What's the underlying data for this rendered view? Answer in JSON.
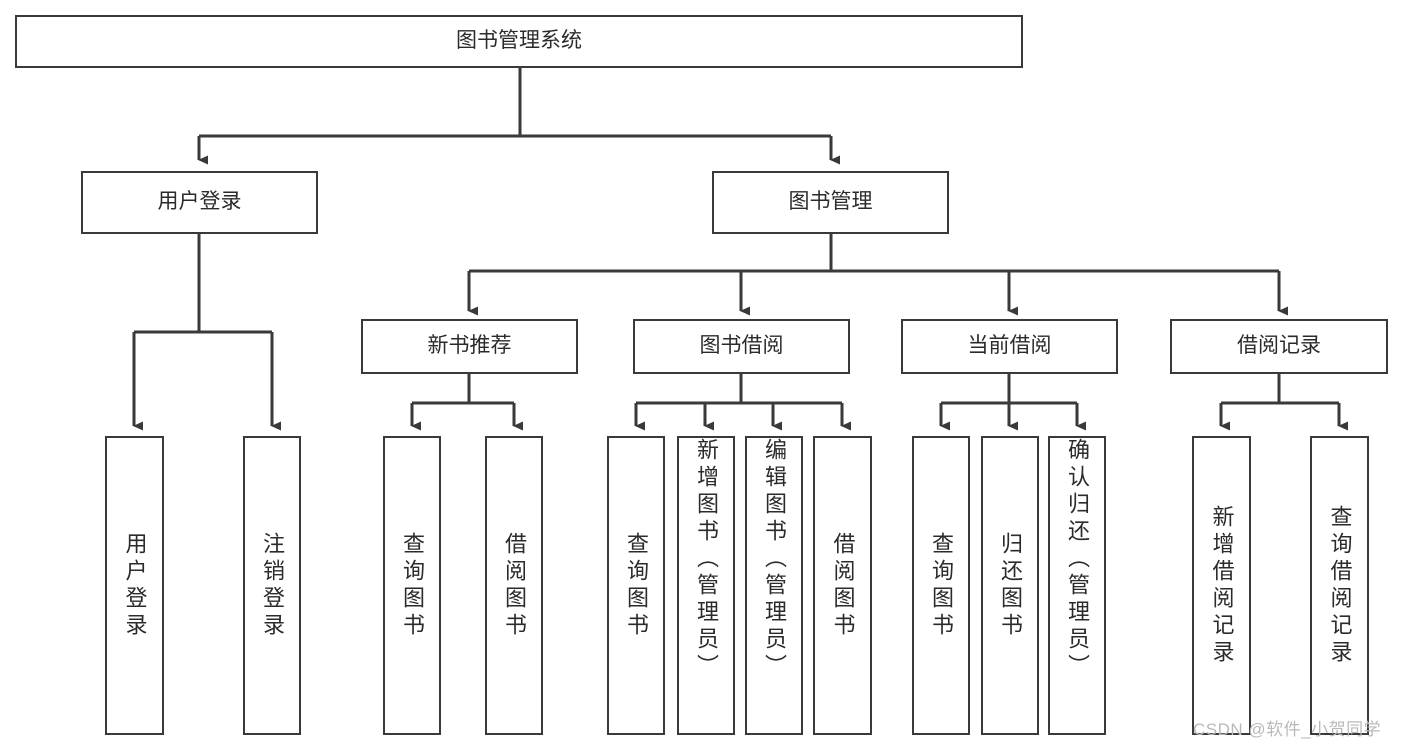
{
  "diagram": {
    "title": "图书管理系统",
    "type": "hierarchy-tree",
    "root": {
      "label": "图书管理系统"
    },
    "level2": [
      {
        "label": "用户登录"
      },
      {
        "label": "图书管理"
      }
    ],
    "level3": [
      {
        "label": "新书推荐"
      },
      {
        "label": "图书借阅"
      },
      {
        "label": "当前借阅"
      },
      {
        "label": "借阅记录"
      }
    ],
    "leaves_user_login": [
      {
        "label": "用户登录"
      },
      {
        "label": "注销登录"
      }
    ],
    "leaves_new_books": [
      {
        "label": "查询图书"
      },
      {
        "label": "借阅图书"
      }
    ],
    "leaves_borrow": [
      {
        "label": "查询图书"
      },
      {
        "label": "新增图书（管理员）"
      },
      {
        "label": "编辑图书（管理员）"
      },
      {
        "label": "借阅图书"
      }
    ],
    "leaves_current": [
      {
        "label": "查询图书"
      },
      {
        "label": "归还图书"
      },
      {
        "label": "确认归还（管理员）"
      }
    ],
    "leaves_records": [
      {
        "label": "新增借阅记录"
      },
      {
        "label": "查询借阅记录"
      }
    ]
  },
  "watermark": {
    "text": "CSDN @软件_小贺同学"
  },
  "colors": {
    "box_border": "#3a3a3a",
    "box_fill": "#ffffff",
    "text": "#2b2b2b",
    "connector": "#3a3a3a",
    "watermark": "#b9b9b9",
    "background": "#ffffff"
  }
}
